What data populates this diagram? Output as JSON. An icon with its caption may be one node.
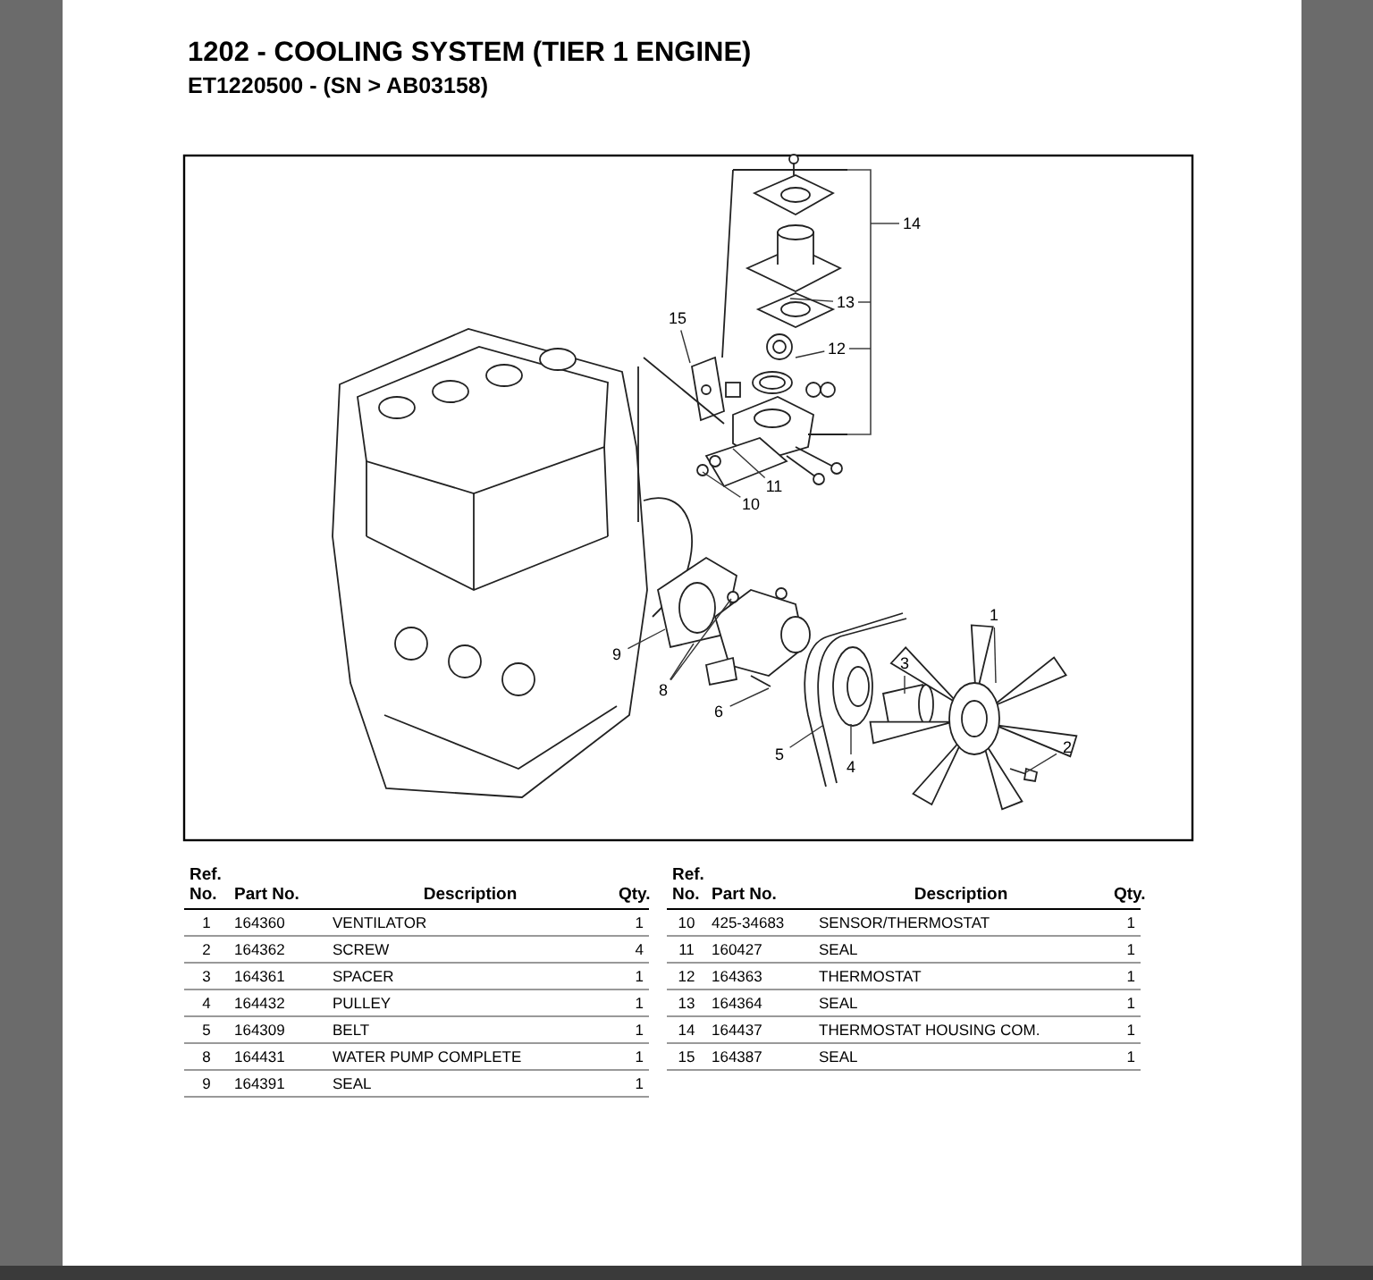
{
  "diagram": {
    "title": "1202 - COOLING SYSTEM (TIER 1 ENGINE)",
    "nodes": [
      {
        "text": [
          "14"
        ]
      },
      {
        "text": [
          "15"
        ]
      },
      {
        "text": [
          "13"
        ]
      },
      {
        "text": [
          "12"
        ]
      },
      {
        "text": [
          "11"
        ]
      },
      {
        "text": [
          "10"
        ]
      },
      {
        "text": [
          "9"
        ]
      },
      {
        "text": [
          "8"
        ]
      },
      {
        "text": [
          "1"
        ]
      },
      {
        "text": [
          "3"
        ]
      },
      {
        "text": [
          "6"
        ]
      },
      {
        "text": [
          "5"
        ]
      },
      {
        "text": [
          "4"
        ]
      },
      {
        "text": [
          "2"
        ]
      },
      {
        "text": [],
        "shape": "bracket"
      }
    ],
    "edges": [
      {
        "from": 0,
        "to": 14,
        "arrow": "none"
      },
      {
        "from": 1,
        "to": null,
        "arrow": "none"
      },
      {
        "from": 2,
        "to": null,
        "arrow": "none"
      },
      {
        "from": 2,
        "to": 14,
        "arrow": "none"
      },
      {
        "from": 3,
        "to": null,
        "arrow": "none"
      },
      {
        "from": 3,
        "to": 14,
        "arrow": "none"
      },
      {
        "from": 4,
        "to": null,
        "arrow": "none"
      },
      {
        "from": 5,
        "to": null,
        "arrow": "none"
      },
      {
        "from": 6,
        "to": null,
        "arrow": "none"
      },
      {
        "from": 7,
        "to": null,
        "arrow": "none"
      },
      {
        "from": 7,
        "to": null,
        "arrow": "none"
      },
      {
        "from": 8,
        "to": null,
        "arrow": "none"
      },
      {
        "from": 9,
        "to": null,
        "arrow": "none"
      },
      {
        "from": 10,
        "to": null,
        "arrow": "none"
      },
      {
        "from": 11,
        "to": null,
        "arrow": "none"
      },
      {
        "from": 12,
        "to": null,
        "arrow": "none"
      },
      {
        "from": 13,
        "to": null,
        "arrow": "none"
      }
    ],
    "labels": [
      "ET1220500 - (SN > AB03158)",
      "Ref. No.",
      "Part No.",
      "Description",
      "Qty.",
      "1",
      "164360",
      "VENTILATOR",
      "1",
      "2",
      "164362",
      "SCREW",
      "4",
      "3",
      "164361",
      "SPACER",
      "1",
      "4",
      "164432",
      "PULLEY",
      "1",
      "5",
      "164309",
      "BELT",
      "1",
      "8",
      "164431",
      "WATER PUMP COMPLETE",
      "1",
      "9",
      "164391",
      "SEAL",
      "1",
      "Ref. No.",
      "Part No.",
      "Description",
      "Qty.",
      "10",
      "425-34683",
      "SENSOR/THERMOSTAT",
      "1",
      "11",
      "160427",
      "SEAL",
      "1",
      "12",
      "164363",
      "THERMOSTAT",
      "1",
      "13",
      "164364",
      "SEAL",
      "1",
      "14",
      "164437",
      "THERMOSTAT HOUSING COM.",
      "1",
      "15",
      "164387",
      "SEAL",
      "1"
    ]
  }
}
